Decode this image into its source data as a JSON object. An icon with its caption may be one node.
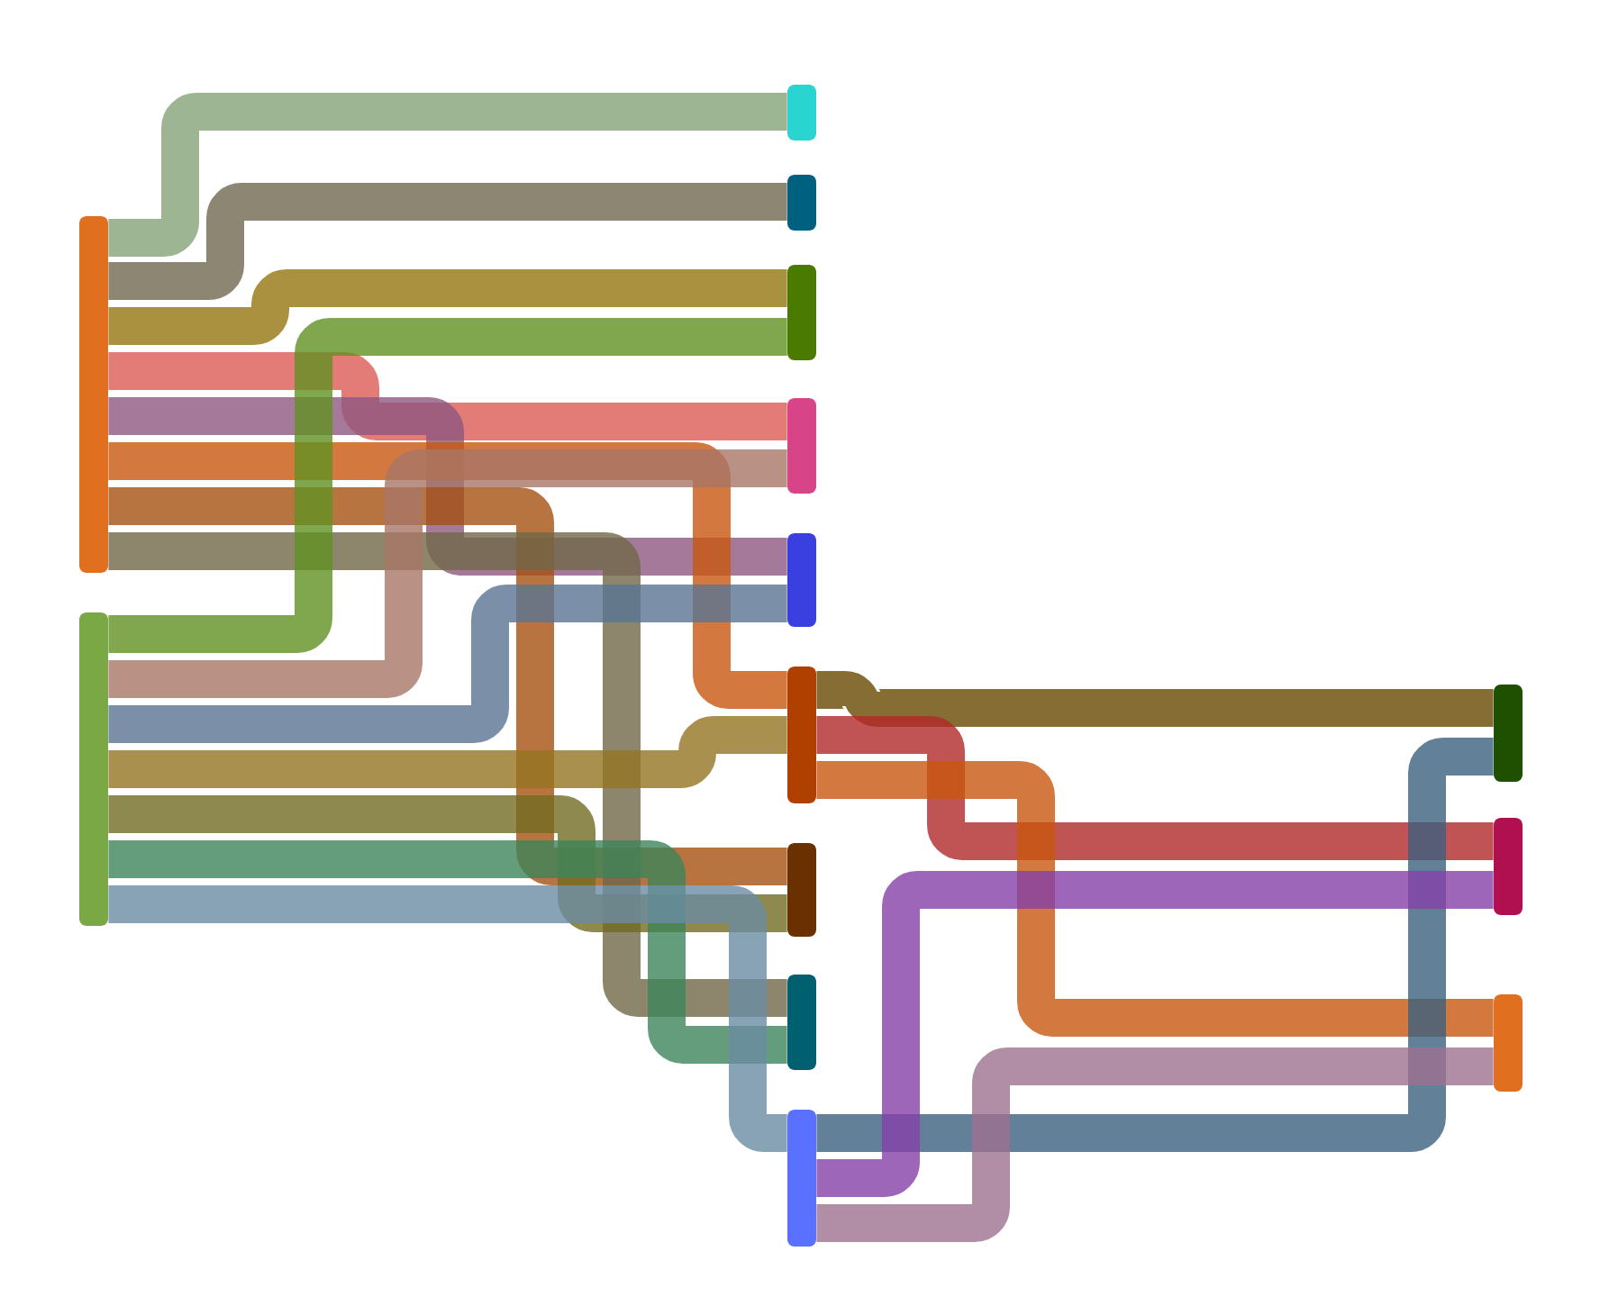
{
  "diagram": {
    "nodes": [
      {
        "text": [],
        "shape": "bar"
      },
      {
        "text": [],
        "shape": "bar"
      },
      {
        "text": [],
        "shape": "bar"
      },
      {
        "text": [],
        "shape": "bar"
      },
      {
        "text": [],
        "shape": "bar"
      },
      {
        "text": [],
        "shape": "bar"
      },
      {
        "text": [],
        "shape": "bar"
      },
      {
        "text": [],
        "shape": "bar"
      },
      {
        "text": [],
        "shape": "bar"
      },
      {
        "text": [],
        "shape": "bar"
      },
      {
        "text": [],
        "shape": "bar"
      },
      {
        "text": [],
        "shape": "bar"
      },
      {
        "text": [],
        "shape": "bar"
      },
      {
        "text": [],
        "shape": "bar"
      }
    ],
    "edges": [
      {
        "from": 0,
        "to": 2,
        "arrow": "none",
        "color": "#85a278"
      },
      {
        "from": 0,
        "to": 3,
        "arrow": "none",
        "color": "#706850"
      },
      {
        "from": 0,
        "to": 4,
        "arrow": "none",
        "color": "#957510"
      },
      {
        "from": 0,
        "to": 5,
        "arrow": "none",
        "color": "#dc5a54"
      },
      {
        "from": 0,
        "to": 6,
        "arrow": "none",
        "color": "#8d5880"
      },
      {
        "from": 0,
        "to": 7,
        "arrow": "none",
        "color": "#c85810"
      },
      {
        "from": 0,
        "to": 8,
        "arrow": "none",
        "color": "#a55010"
      },
      {
        "from": 0,
        "to": 9,
        "arrow": "none",
        "color": "#706848"
      },
      {
        "from": 1,
        "to": 4,
        "arrow": "none",
        "color": "#629122"
      },
      {
        "from": 1,
        "to": 5,
        "arrow": "none",
        "color": "#a97666"
      },
      {
        "from": 1,
        "to": 6,
        "arrow": "none",
        "color": "#5a7492"
      },
      {
        "from": 1,
        "to": 7,
        "arrow": "none",
        "color": "#957422"
      },
      {
        "from": 1,
        "to": 8,
        "arrow": "none",
        "color": "#726c22"
      },
      {
        "from": 1,
        "to": 9,
        "arrow": "none",
        "color": "#3d845a"
      },
      {
        "from": 1,
        "to": 10,
        "arrow": "none",
        "color": "#6a8ca2"
      },
      {
        "from": 7,
        "to": 11,
        "arrow": "none",
        "color": "#674800"
      },
      {
        "from": 7,
        "to": 12,
        "arrow": "none",
        "color": "#b02828"
      },
      {
        "from": 7,
        "to": 13,
        "arrow": "none",
        "color": "#c85810"
      },
      {
        "from": 10,
        "to": 11,
        "arrow": "none",
        "color": "#3c6080"
      },
      {
        "from": 10,
        "to": 12,
        "arrow": "none",
        "color": "#8540a8"
      },
      {
        "from": 10,
        "to": 13,
        "arrow": "none",
        "color": "#9d7090"
      }
    ]
  }
}
